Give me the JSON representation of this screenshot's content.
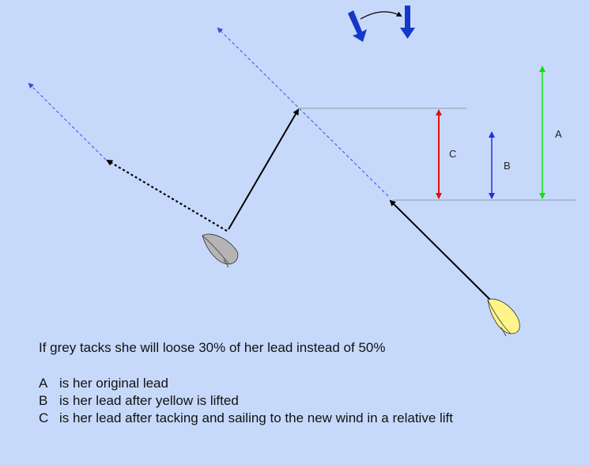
{
  "diagram": {
    "labels": {
      "a": "A",
      "b": "B",
      "c": "C"
    },
    "colors": {
      "background": "#c7d9fb",
      "track": "#000000",
      "wind_ray": "#3a50d8",
      "wind_arrow": "#1438c8",
      "grey_boat": "#b4b4b4",
      "yellow_boat": "#fff58a",
      "lead_a": "#10e010",
      "lead_b": "#2030e0",
      "lead_c": "#e01010",
      "reference_line": "#9aa6b8"
    }
  },
  "text": {
    "summary": "If grey tacks she will loose 30% of her lead instead of 50%",
    "legend": [
      {
        "letter": "A",
        "text": "is her original lead"
      },
      {
        "letter": "B",
        "text": "is her lead after yellow is lifted"
      },
      {
        "letter": "C",
        "text": "is her lead after tacking and sailing to the new wind in a relative lift"
      }
    ]
  }
}
